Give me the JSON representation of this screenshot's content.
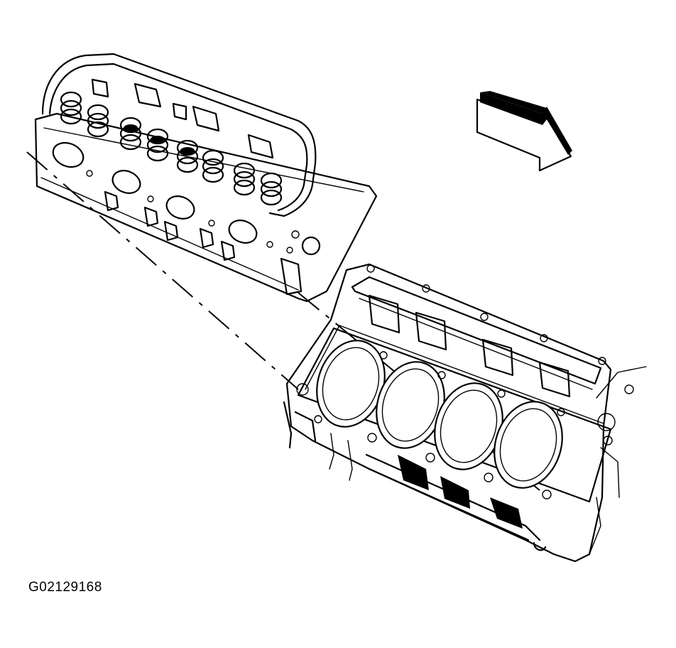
{
  "figure": {
    "id": "G02129168",
    "components": [
      {
        "name": "cylinder-head",
        "icon": "cylinder-head-illustration"
      },
      {
        "name": "head-gasket",
        "icon": "gasket-illustration"
      },
      {
        "name": "engine-block",
        "icon": "engine-block-illustration"
      },
      {
        "name": "front-direction-arrow",
        "icon": "arrow-icon"
      }
    ],
    "colors": {
      "line": "#000000",
      "background": "#ffffff"
    }
  }
}
